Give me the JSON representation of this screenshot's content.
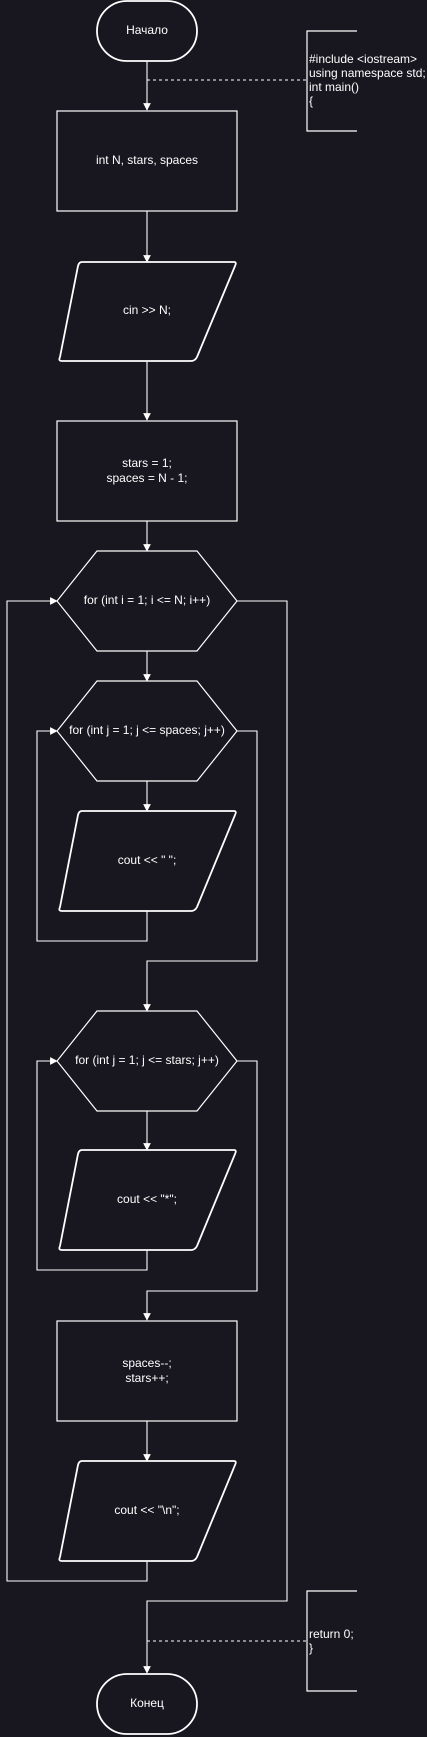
{
  "diagram": {
    "start": {
      "label": "Начало"
    },
    "decl": {
      "label": "int N, stars, spaces"
    },
    "input": {
      "label": "cin >> N;"
    },
    "init": {
      "line1": "stars = 1;",
      "line2": "spaces = N - 1;"
    },
    "loop_i": {
      "label": "for (int i = 1; i <= N; i++)"
    },
    "loop_spaces": {
      "label": "for (int j = 1; j <= spaces; j++)"
    },
    "out_space": {
      "label": "cout << \" \";"
    },
    "loop_stars": {
      "label": "for (int j = 1; j <= stars; j++)"
    },
    "out_star": {
      "label": "cout << \"*\";"
    },
    "update": {
      "line1": "spaces--;",
      "line2": "stars++;"
    },
    "out_newline": {
      "label": "cout << \"\\n\";"
    },
    "end": {
      "label": "Конец"
    },
    "note_top": {
      "line1": "#include <iostream>",
      "line2": "using namespace std;",
      "line3": "int main()",
      "line4": "{"
    },
    "note_bottom": {
      "line1": "return 0;",
      "line2": "}"
    }
  }
}
